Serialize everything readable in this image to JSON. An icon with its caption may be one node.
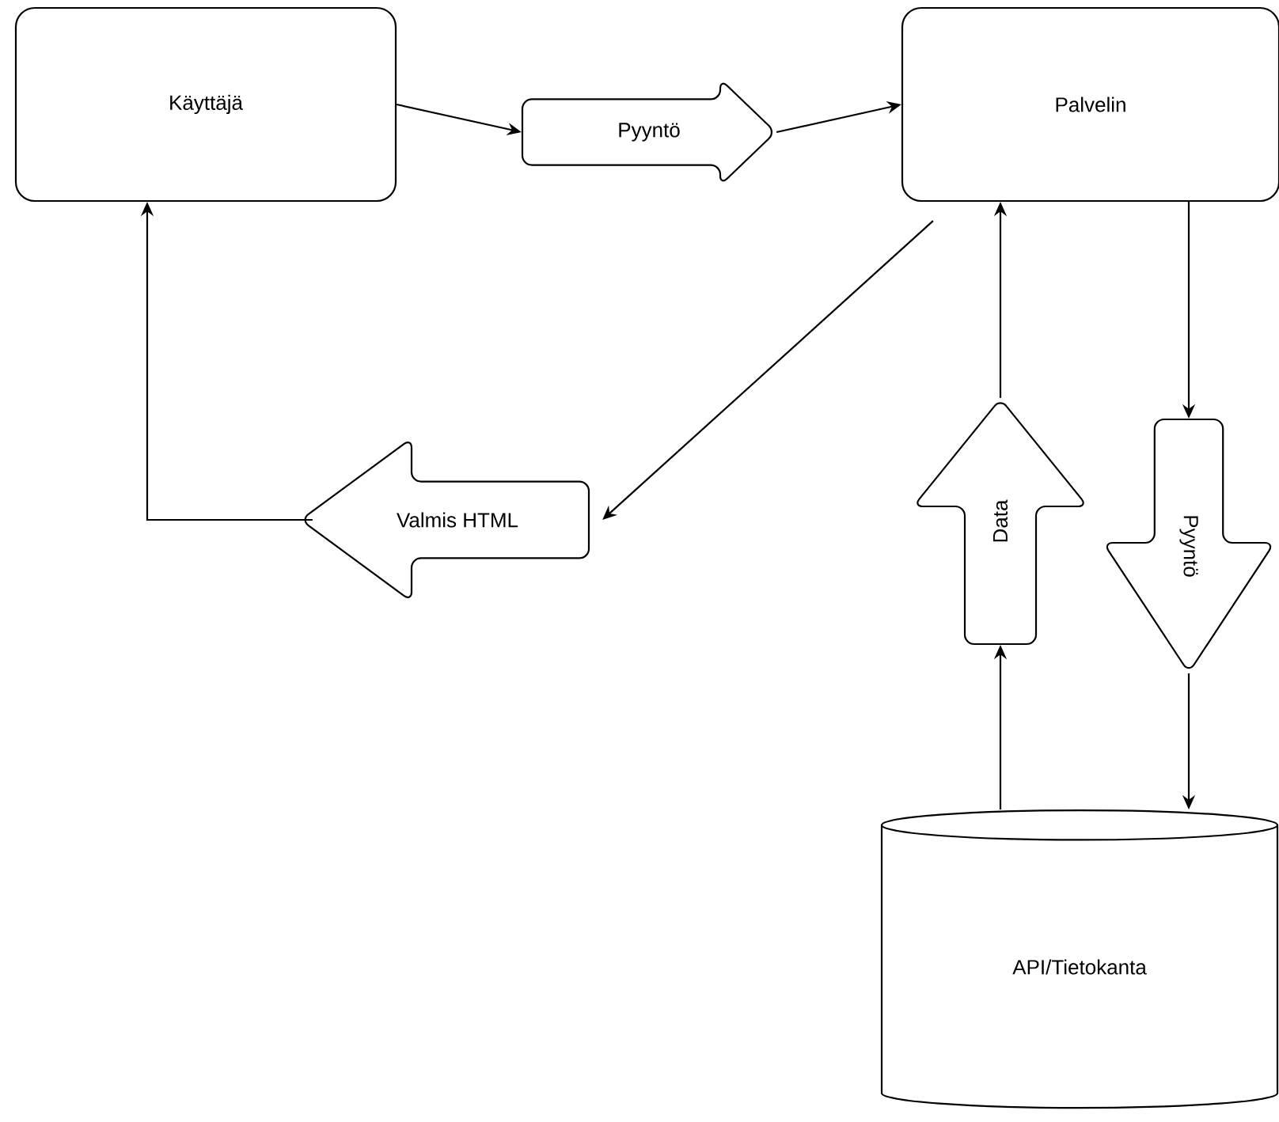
{
  "diagram": {
    "nodes": [
      {
        "text": [
          "Käyttäjä"
        ]
      },
      {
        "text": [
          "Pyyntö"
        ]
      },
      {
        "text": [
          "Palvelin"
        ]
      },
      {
        "text": [
          "Valmis HTML"
        ]
      },
      {
        "text": [
          "Data"
        ]
      },
      {
        "text": [
          "Pyyntö"
        ]
      },
      {
        "text": [
          "API/Tietokanta"
        ]
      }
    ],
    "edges": [
      {
        "from": 0,
        "to": 1,
        "arrow": "to"
      },
      {
        "from": 1,
        "to": 2,
        "arrow": "to"
      },
      {
        "from": 2,
        "to": 3,
        "arrow": "to"
      },
      {
        "from": 3,
        "to": 0,
        "arrow": "to"
      },
      {
        "from": 4,
        "to": 2,
        "arrow": "to"
      },
      {
        "from": 2,
        "to": 5,
        "arrow": "to"
      },
      {
        "from": 5,
        "to": 6,
        "arrow": "to"
      },
      {
        "from": 6,
        "to": 4,
        "arrow": "to"
      }
    ]
  }
}
